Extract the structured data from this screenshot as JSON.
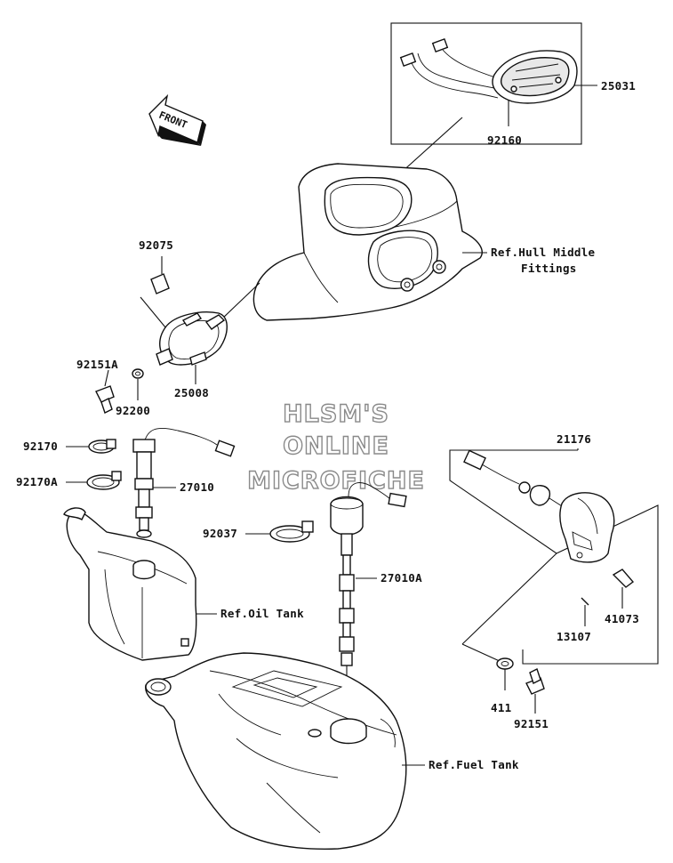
{
  "watermark": {
    "line1": "HLSM'S",
    "line2": "ONLINE",
    "line3": "MICROFICHE"
  },
  "front_arrow": {
    "label": "FRONT"
  },
  "labels": {
    "p25031": "25031",
    "p92160": "92160",
    "ref_hull_1": "Ref.Hull Middle",
    "ref_hull_2": "Fittings",
    "p92075": "92075",
    "p92151A": "92151A",
    "p25008": "25008",
    "p92200": "92200",
    "p92170": "92170",
    "p92170A": "92170A",
    "p27010": "27010",
    "p92037": "92037",
    "p27010A": "27010A",
    "ref_oil": "Ref.Oil Tank",
    "p21176": "21176",
    "p41073": "41073",
    "p13107": "13107",
    "p411": "411",
    "p92151": "92151",
    "ref_fuel": "Ref.Fuel Tank"
  }
}
